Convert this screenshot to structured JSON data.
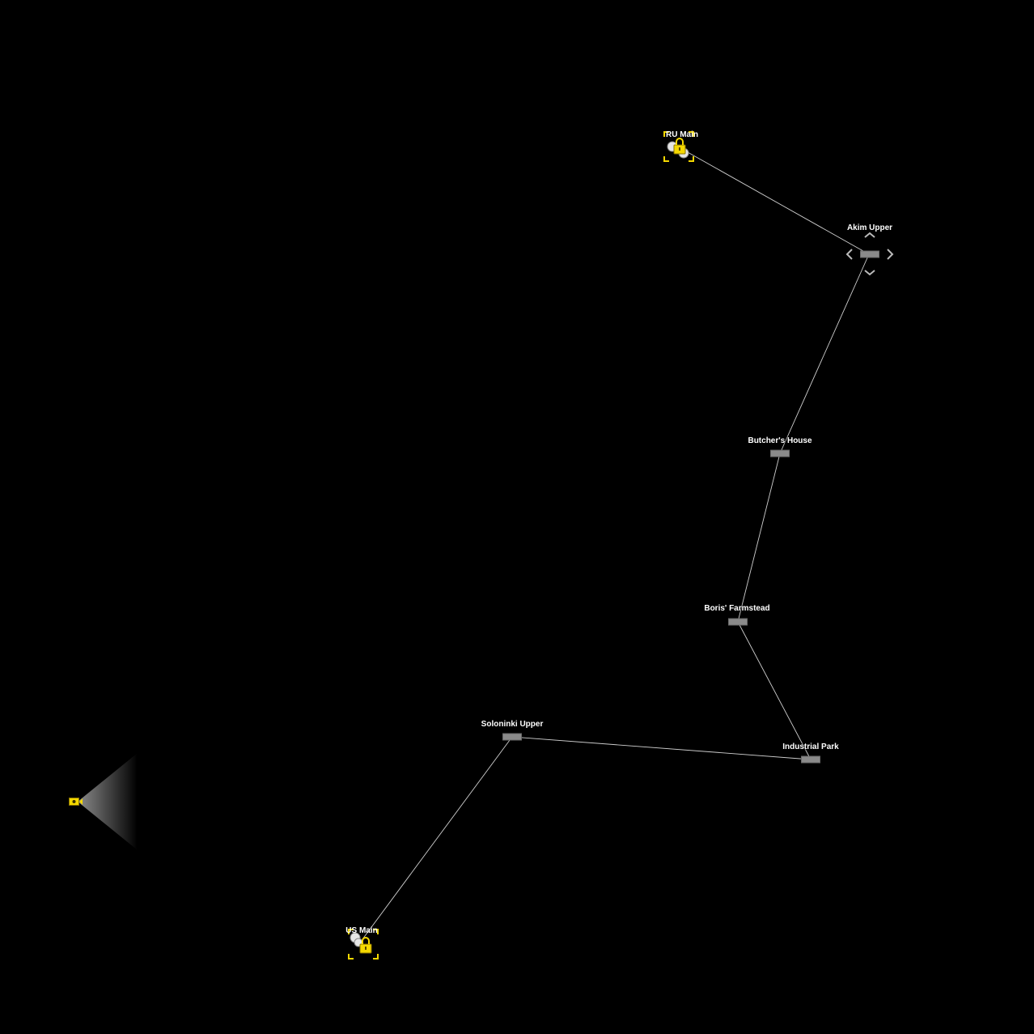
{
  "colors": {
    "background": "#000000",
    "link": "#cfcfcf",
    "node_fill": "#8a8a8a",
    "base_accent": "#f5d800"
  },
  "bases": [
    {
      "id": "ru",
      "label": "RU Main",
      "icon": "base-lock-icon"
    },
    {
      "id": "us",
      "label": "US Main",
      "icon": "base-lock-icon"
    }
  ],
  "points": [
    {
      "id": "akim",
      "label": "Akim Upper"
    },
    {
      "id": "butcher",
      "label": "Butcher's House"
    },
    {
      "id": "boris",
      "label": "Boris' Farmstead"
    },
    {
      "id": "industrial",
      "label": "Industrial Park"
    },
    {
      "id": "soloninki",
      "label": "Soloninki Upper"
    }
  ],
  "selected_point": "akim",
  "camera": {
    "icon": "camera-icon"
  }
}
